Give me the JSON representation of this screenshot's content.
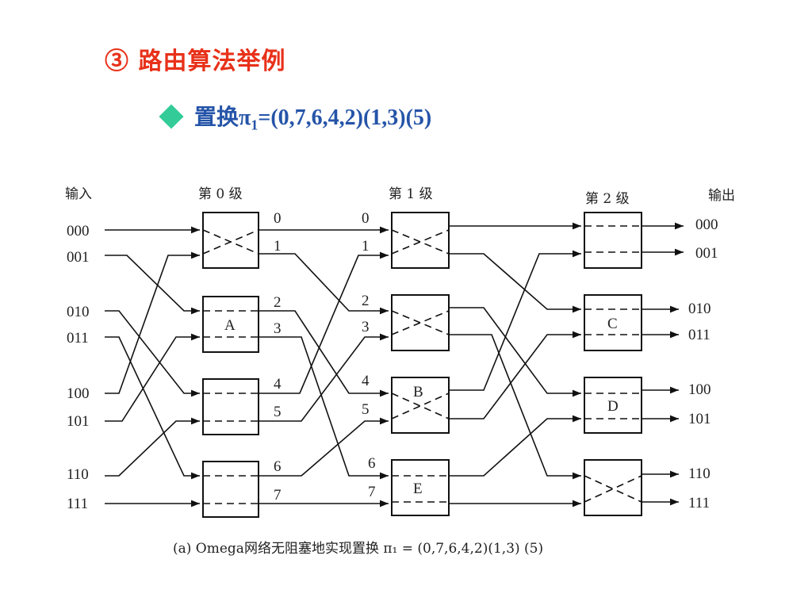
{
  "heading": "③ 路由算法举例",
  "bullet": {
    "prefix": "置换",
    "symbol": "π",
    "subscript": "1",
    "formula": "=(0,7,6,4,2)(1,3)(5)"
  },
  "diagram": {
    "input_header": "输入",
    "output_header": "输出",
    "stage_headers": [
      "第 0 级",
      "第 1 级",
      "第 2 级"
    ],
    "inputs": [
      "000",
      "001",
      "010",
      "011",
      "100",
      "101",
      "110",
      "111"
    ],
    "outputs": [
      "000",
      "001",
      "010",
      "011",
      "100",
      "101",
      "110",
      "111"
    ],
    "stage0_port_labels": [
      "0",
      "1",
      "2",
      "3",
      "4",
      "5",
      "6",
      "7"
    ],
    "stage1_port_labels": [
      "0",
      "1",
      "2",
      "3",
      "4",
      "5",
      "6",
      "7"
    ],
    "switch_labels": {
      "A": "A",
      "B": "B",
      "C": "C",
      "D": "D",
      "E": "E"
    },
    "caption": "(a) Omega网络无阻塞地实现置换 π₁ = (0,7,6,4,2)(1,3) (5)"
  }
}
